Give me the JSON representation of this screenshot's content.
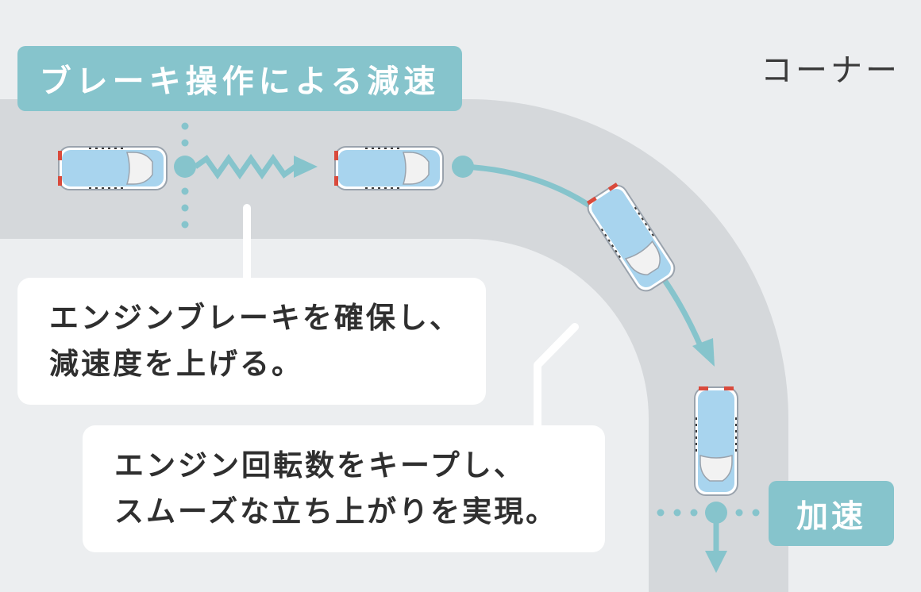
{
  "labels": {
    "corner": "コーナー",
    "brake_tag": "ブレーキ操作による減速",
    "accel_tag": "加速"
  },
  "callouts": {
    "engine_brake": {
      "line1": "エンジンブレーキを確保し、",
      "line2": "減速度を上げる。"
    },
    "engine_rpm": {
      "line1": "エンジン回転数をキープし、",
      "line2": "スムーズな立ち上がりを実現。"
    }
  },
  "colors": {
    "background": "#eceef0",
    "road": "#d5d8db",
    "accent": "#86c4cc",
    "car_body": "#a8d4ee",
    "car_trim": "#d94a3c"
  }
}
